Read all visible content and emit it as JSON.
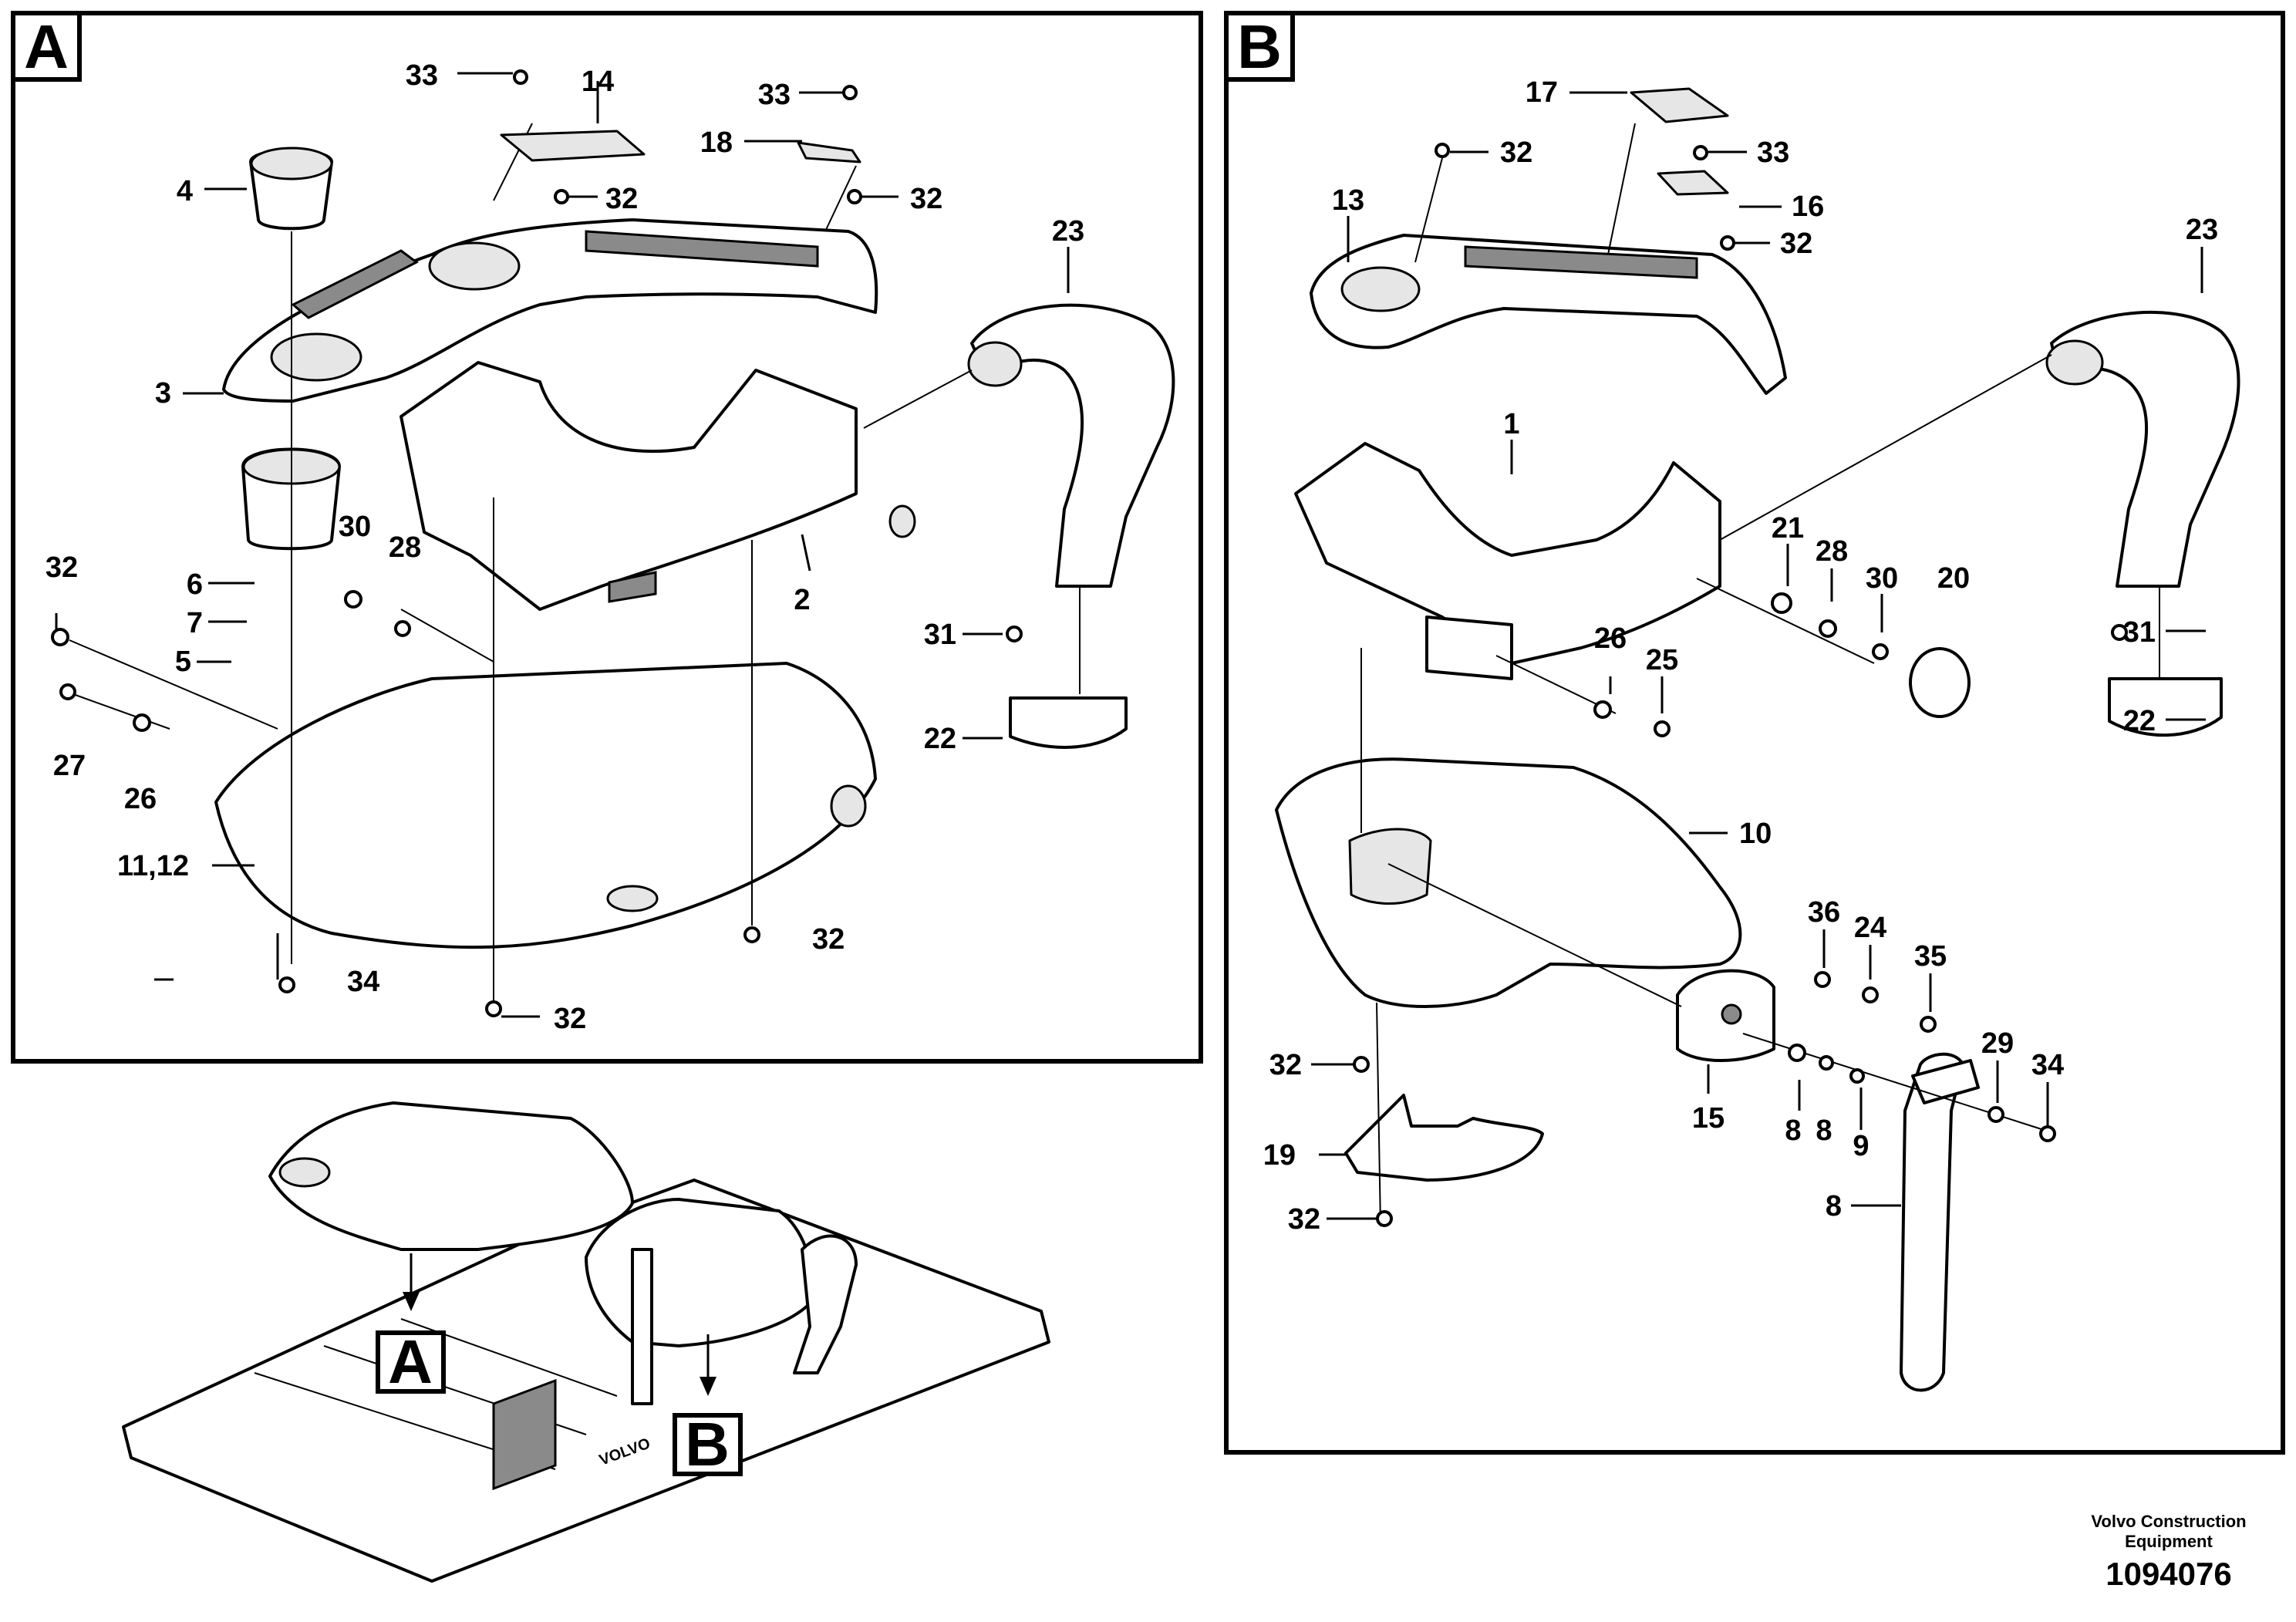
{
  "panels": {
    "a": {
      "label": "A"
    },
    "b": {
      "label": "B"
    }
  },
  "overview": {
    "label_a": "A",
    "label_b": "B",
    "brand_mark": "VOLVO"
  },
  "callouts_a": {
    "c33_left": "33",
    "c14": "14",
    "c33_right": "33",
    "c18": "18",
    "c4": "4",
    "c32_upper": "32",
    "c32_top_right": "32",
    "c23": "23",
    "c3": "3",
    "c30": "30",
    "c28": "28",
    "c32_left": "32",
    "c6": "6",
    "c7": "7",
    "c5": "5",
    "c2": "2",
    "c31": "31",
    "c27": "27",
    "c26": "26",
    "c22": "22",
    "c11_12": "11,12",
    "c32_bottom_mid": "32",
    "c34": "34",
    "c32_bottom": "32"
  },
  "callouts_b": {
    "c17": "17",
    "c32_top": "32",
    "c33": "33",
    "c13": "13",
    "c16": "16",
    "c32_mid": "32",
    "c23": "23",
    "c1": "1",
    "c21": "21",
    "c28": "28",
    "c30": "30",
    "c20": "20",
    "c31": "31",
    "c26": "26",
    "c25": "25",
    "c22": "22",
    "c10": "10",
    "c36": "36",
    "c24": "24",
    "c35": "35",
    "c29": "29",
    "c34": "34",
    "c32_lower": "32",
    "c15": "15",
    "c8_a": "8",
    "c8_b": "8",
    "c9": "9",
    "c19": "19",
    "c32_bottom": "32",
    "c8_lever": "8"
  },
  "footer": {
    "company_line1": "Volvo Construction",
    "company_line2": "Equipment",
    "drawing_number": "1094076"
  }
}
